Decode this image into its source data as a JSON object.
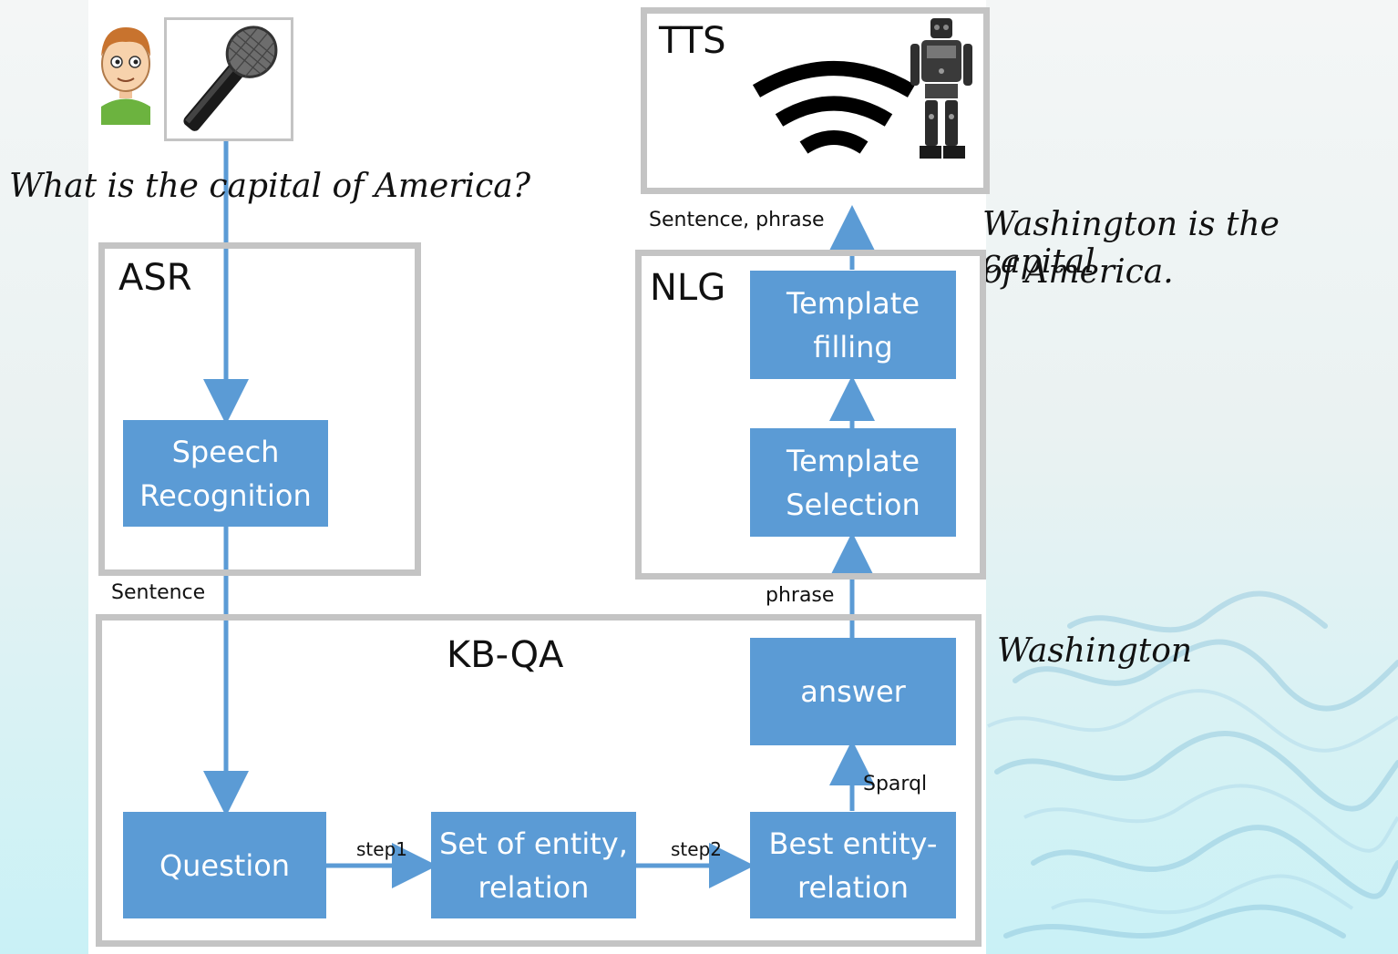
{
  "modules": {
    "tts_label": "TTS",
    "asr_label": "ASR",
    "nlg_label": "NLG",
    "kbqa_label": "KB-QA"
  },
  "boxes": {
    "speech_recognition": "Speech\nRecognition",
    "template_filling": "Template\nfilling",
    "template_selection": "Template\nSelection",
    "answer": "answer",
    "question": "Question",
    "set_of_entity": "Set of entity,\nrelation",
    "best_entity": "Best entity-\nrelation"
  },
  "edges": {
    "sentence_phrase": "Sentence, phrase",
    "sentence": "Sentence",
    "phrase": "phrase",
    "sparql": "Sparql",
    "step1": "step1",
    "step2": "step2"
  },
  "utterances": {
    "question_text": "What is the capital of America?",
    "answer_line1": "Washington is the capital",
    "answer_line2": "of America.",
    "entity_answer": "Washington"
  },
  "icons": [
    "user-avatar-icon",
    "microphone-icon",
    "sound-waves-icon",
    "robot-icon"
  ],
  "colors": {
    "box_fill": "#5b9bd5",
    "frame_border": "#c4c4c4",
    "arrow": "#5b9bd5"
  }
}
